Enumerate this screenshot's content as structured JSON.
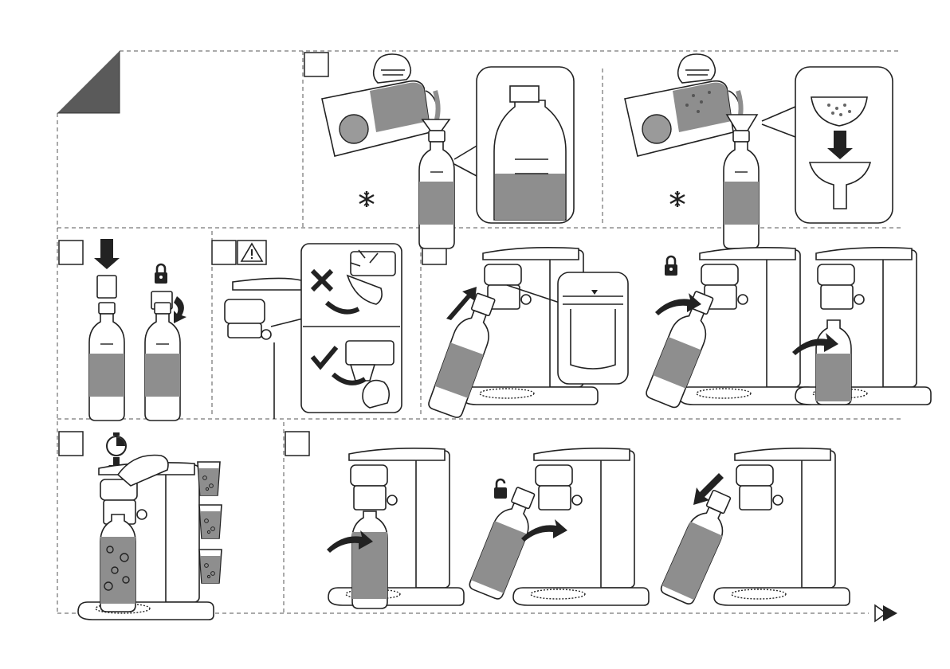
{
  "page": {
    "title_corner": "page-corner-fold",
    "next_arrow_icon": "next-page-arrow-icon"
  },
  "steps": [
    {
      "id": "step-1a",
      "icons": [
        "juice-carton-icon",
        "funnel-icon",
        "snowflake-icon"
      ]
    },
    {
      "id": "step-1b",
      "icons": [
        "juice-carton-icon",
        "strainer-icon",
        "snowflake-icon"
      ]
    },
    {
      "id": "step-2",
      "icons": [
        "down-arrow-icon",
        "lock-icon",
        "twist-arrow-icon"
      ]
    },
    {
      "id": "step-3",
      "icons": [
        "warning-icon",
        "cross-icon",
        "check-icon"
      ]
    },
    {
      "id": "step-4",
      "icons": [
        "up-arrow-icon",
        "lock-icon",
        "curved-arrow-icon"
      ]
    },
    {
      "id": "step-5",
      "icons": [
        "timer-icon",
        "down-arrow-icon",
        "glass-icon"
      ]
    },
    {
      "id": "step-6",
      "icons": [
        "curved-arrow-icon",
        "unlock-icon",
        "down-arrow-icon"
      ]
    }
  ],
  "colors": {
    "line": "#222222",
    "juice": "#8e8e8e",
    "corner": "#5a5a5a"
  }
}
